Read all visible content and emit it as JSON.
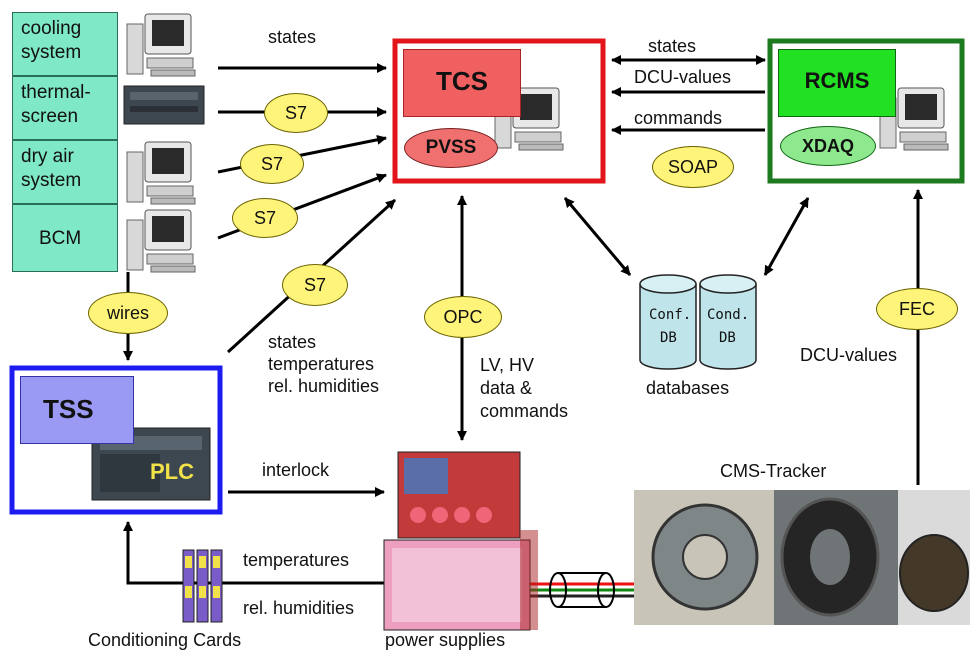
{
  "systems": [
    {
      "label_line1": "cooling",
      "label_line2": "system"
    },
    {
      "label_line1": "thermal-",
      "label_line2": "screen"
    },
    {
      "label_line1": "dry air",
      "label_line2": "system"
    },
    {
      "label_line1": "BCM",
      "label_line2": ""
    }
  ],
  "tcs": {
    "title": "TCS",
    "sub": "PVSS",
    "border": "#e3151a"
  },
  "rcms": {
    "title": "RCMS",
    "sub": "XDAQ",
    "border": "#1e7a1e"
  },
  "tss": {
    "title": "TSS",
    "plc": "PLC",
    "border": "#1c1cf0"
  },
  "protocols": {
    "s7": "S7",
    "wires": "wires",
    "opc": "OPC",
    "soap": "SOAP",
    "fec": "FEC"
  },
  "labels": {
    "states_top": "states",
    "rcms_states": "states",
    "rcms_dcu": "DCU-values",
    "rcms_commands": "commands",
    "plc_states": "states",
    "plc_temps": "temperatures",
    "plc_hum": "rel. humidities",
    "opc_lv": "LV, HV",
    "opc_data": "data &",
    "opc_cmd": "commands",
    "databases": "databases",
    "dcu_values": "DCU-values",
    "interlock": "interlock",
    "temperatures": "temperatures",
    "rel_humidities": "rel. humidities",
    "conditioning_cards": "Conditioning Cards",
    "power_supplies": "power supplies",
    "cms_tracker": "CMS-Tracker"
  },
  "databases": {
    "conf_line1": "Conf.",
    "conf_line2": "DB",
    "cond_line1": "Cond.",
    "cond_line2": "DB"
  },
  "colors": {
    "system_box": "#7fe8c6",
    "protocol_ellipse": "#fff47a",
    "tcs_fill": "#f06060",
    "pvss_fill": "#f07070",
    "rcms_fill": "#22e022",
    "xdaq_fill": "#8ee88e",
    "tss_fill": "#9a9af5",
    "db_fill": "#bfe4ea"
  }
}
